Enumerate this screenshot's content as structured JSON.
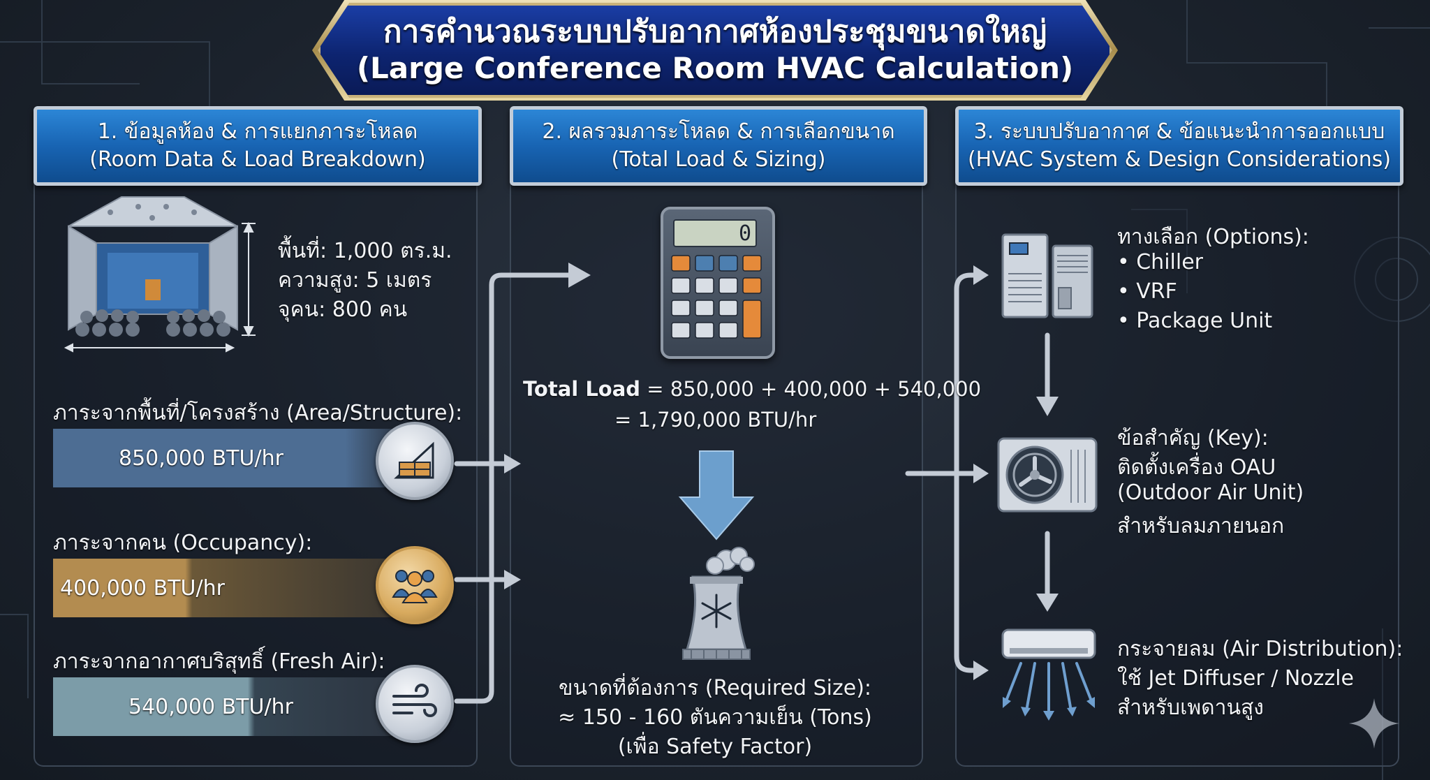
{
  "title": {
    "thai": "การคำนวณระบบปรับอากาศห้องประชุมขนาดใหญ่",
    "english": "(Large Conference Room HVAC Calculation)"
  },
  "column1": {
    "heading_th": "1. ข้อมูลห้อง & การแยกภาระโหลด",
    "heading_en": "(Room Data & Load Breakdown)",
    "room": {
      "area": "พื้นที่: 1,000 ตร.ม.",
      "height": "ความสูง: 5 เมตร",
      "capacity": "จุคน: 800 คน"
    },
    "loads": [
      {
        "label": "ภาระจากพื้นที่/โครงสร้าง (Area/Structure):",
        "value": "850,000 BTU/hr",
        "color": "#4a6a8f",
        "icon": "area-structure-icon",
        "fraction": 0.75
      },
      {
        "label": "ภาระจากคน (Occupancy):",
        "value": "400,000 BTU/hr",
        "color": "#b08a4f",
        "icon": "people-icon",
        "fraction": 0.35
      },
      {
        "label": "ภาระจากอากาศบริสุทธิ์ (Fresh Air):",
        "value": "540,000 BTU/hr",
        "color": "#7597a3",
        "icon": "wind-icon",
        "fraction": 0.48
      }
    ]
  },
  "column2": {
    "heading_th": "2. ผลรวมภาระโหลด & การเลือกขนาด",
    "heading_en": "(Total Load & Sizing)",
    "calculator_display": "0",
    "total_label": "Total Load",
    "total_formula": "= 850,000 + 400,000 + 540,000",
    "total_result": "= 1,790,000 BTU/hr",
    "required_size_line1": "ขนาดที่ต้องการ (Required Size):",
    "required_size_line2": "≈ 150 - 160 ตันความเย็น (Tons)",
    "required_size_line3": "(เพื่อ Safety Factor)"
  },
  "column3": {
    "heading_th": "3. ระบบปรับอากาศ & ข้อแนะนำการออกแบบ",
    "heading_en": "(HVAC System & Design Considerations)",
    "options_title": "ทางเลือก (Options):",
    "options": [
      "Chiller",
      "VRF",
      "Package Unit"
    ],
    "key_title": "ข้อสำคัญ (Key):",
    "key_lines": [
      "ติดตั้งเครื่อง OAU",
      "(Outdoor Air Unit)",
      "สำหรับลมภายนอก"
    ],
    "distribution_title": "กระจายลม (Air Distribution):",
    "distribution_lines": [
      "ใช้ Jet Diffuser / Nozzle",
      "สำหรับเพดานสูง"
    ]
  },
  "colors": {
    "header_blue": "#1864b3",
    "title_blue": "#0d2470",
    "accent_gold": "#c9b27a",
    "calculator_orange": "#e58a3a",
    "calculator_blue": "#4d7fb0"
  }
}
